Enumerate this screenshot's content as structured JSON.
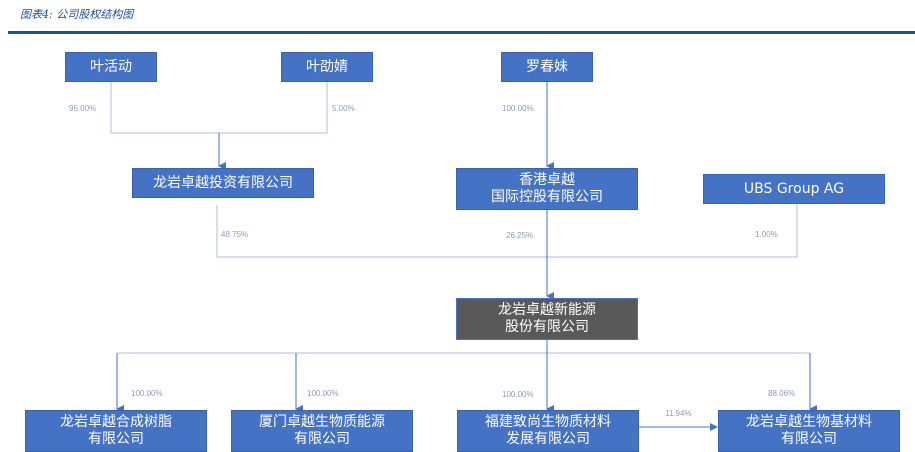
{
  "caption": "图表4: 公司股权结构图",
  "nodes": {
    "ye_huodong": {
      "label": [
        "叶活动"
      ]
    },
    "ye_jingjing": {
      "label": [
        "叶劭婧"
      ]
    },
    "luo_chunmei": {
      "label": [
        "罗春妹"
      ]
    },
    "longyan_invest": {
      "label": [
        "龙岩卓越投资有限公司"
      ]
    },
    "hk_zhuoyue": {
      "label": [
        "香港卓越",
        "国际控股有限公司"
      ]
    },
    "ubs": {
      "label": [
        "UBS Group AG"
      ]
    },
    "company": {
      "label": [
        "龙岩卓越新能源",
        "股份有限公司"
      ]
    },
    "resin": {
      "label": [
        "龙岩卓越合成树脂",
        "有限公司"
      ]
    },
    "xiamen": {
      "label": [
        "厦门卓越生物质能源",
        "有限公司"
      ]
    },
    "fujian": {
      "label": [
        "福建致尚生物质材料",
        "发展有限公司"
      ]
    },
    "biobase": {
      "label": [
        "龙岩卓越生物基材料",
        "有限公司"
      ]
    }
  },
  "edges": [
    {
      "from": "叶活动",
      "to": "龙岩卓越投资有限公司",
      "pct": "95.00%"
    },
    {
      "from": "叶劭婧",
      "to": "龙岩卓越投资有限公司",
      "pct": "5.00%"
    },
    {
      "from": "罗春妹",
      "to": "香港卓越国际控股有限公司",
      "pct": "100.00%"
    },
    {
      "from": "龙岩卓越投资有限公司",
      "to": "龙岩卓越新能源股份有限公司",
      "pct": "48.75%"
    },
    {
      "from": "香港卓越国际控股有限公司",
      "to": "龙岩卓越新能源股份有限公司",
      "pct": "26.25%"
    },
    {
      "from": "UBS Group AG",
      "to": "龙岩卓越新能源股份有限公司",
      "pct": "1.00%"
    },
    {
      "from": "龙岩卓越新能源股份有限公司",
      "to": "龙岩卓越合成树脂有限公司",
      "pct": "100.00%"
    },
    {
      "from": "龙岩卓越新能源股份有限公司",
      "to": "厦门卓越生物质能源有限公司",
      "pct": "100.00%"
    },
    {
      "from": "龙岩卓越新能源股份有限公司",
      "to": "福建致尚生物质材料发展有限公司",
      "pct": "100.00%"
    },
    {
      "from": "龙岩卓越新能源股份有限公司",
      "to": "龙岩卓越生物基材料有限公司",
      "pct": "88.06%"
    },
    {
      "from": "福建致尚生物质材料发展有限公司",
      "to": "龙岩卓越生物基材料有限公司",
      "pct": "11.94%"
    }
  ],
  "colors": {
    "box": "#4472c4",
    "box_dark": "#595959",
    "line": "#a9bfe6",
    "arrow": "#4472c4",
    "caption": "#1f4e9a"
  }
}
